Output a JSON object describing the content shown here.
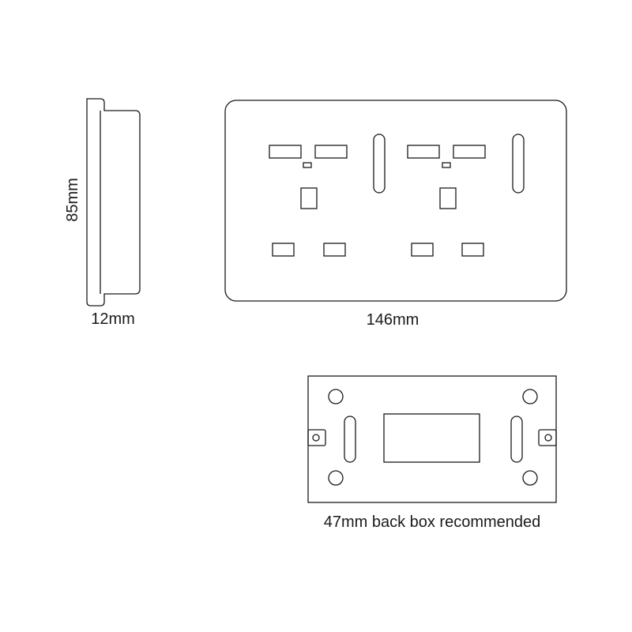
{
  "dimensions": {
    "height_label": "85mm",
    "depth_label": "12mm",
    "width_label": "146mm"
  },
  "back_box": {
    "caption": "47mm back box recommended"
  },
  "colors": {
    "line": "#1a1a1a",
    "background": "#ffffff"
  }
}
